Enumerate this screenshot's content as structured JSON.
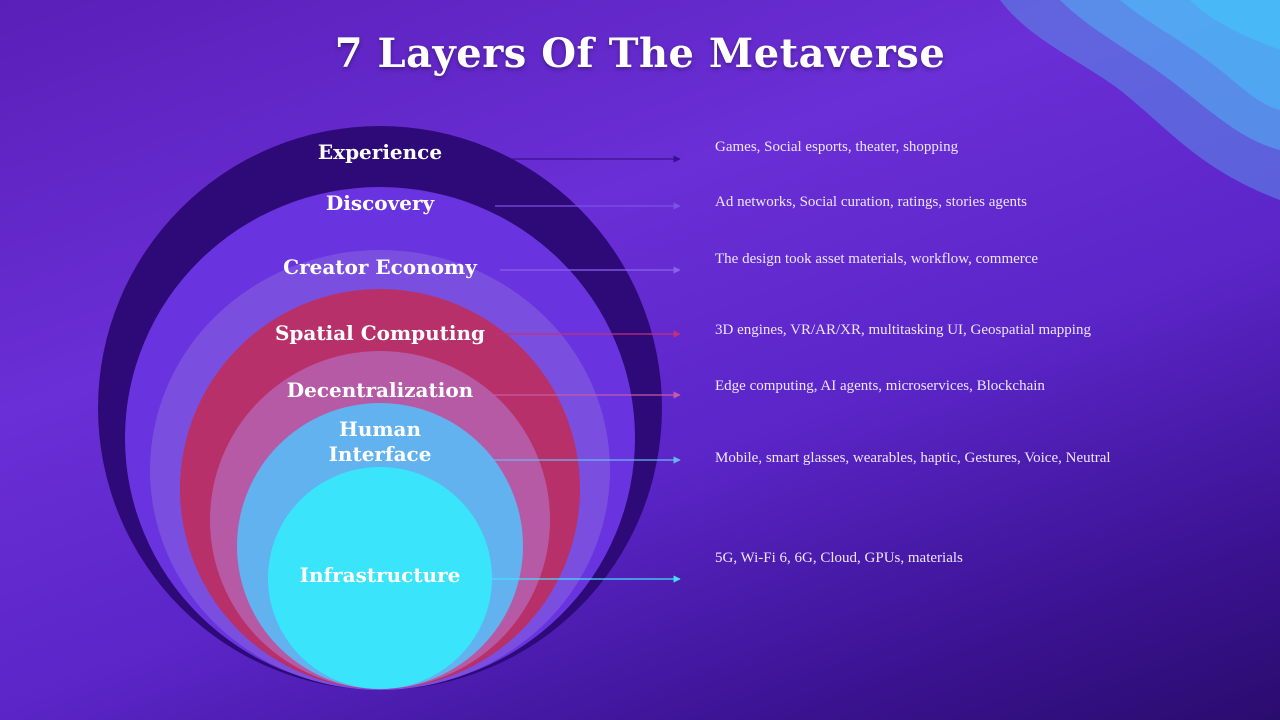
{
  "title": "7 Layers Of The Metaverse",
  "colors": {
    "layer_experience": "#2e0a78",
    "layer_discovery": "#6a33e0",
    "layer_creator_economy": "#7a4fe0",
    "layer_spatial_computing": "#b8306a",
    "layer_decentralization": "#b75aa5",
    "layer_human_interface": "#62b2f0",
    "layer_infrastructure": "#3ae4fb"
  },
  "layers": [
    {
      "name": "Experience",
      "description": "Games, Social esports, theater, shopping",
      "arrow_color": "#3a1090"
    },
    {
      "name": "Discovery",
      "description": "Ad networks, Social curation, ratings, stories agents",
      "arrow_color": "#7b52e8"
    },
    {
      "name": "Creator Economy",
      "description": "The design took asset materials, workflow, commerce",
      "arrow_color": "#8a62ea"
    },
    {
      "name": "Spatial Computing",
      "description": "3D engines, VR/AR/XR, multitasking UI, Geospatial mapping",
      "arrow_color": "#c0307a"
    },
    {
      "name": "Decentralization",
      "description": "Edge computing, AI agents, microservices, Blockchain",
      "arrow_color": "#c45aa8"
    },
    {
      "name_line1": "Human",
      "name_line2": "Interface",
      "description": "Mobile, smart glasses, wearables, haptic, Gestures, Voice, Neutral",
      "arrow_color": "#6ab8f2"
    },
    {
      "name": "Infrastructure",
      "description": "5G, Wi-Fi 6, 6G, Cloud, GPUs, materials",
      "arrow_color": "#46e0fb"
    }
  ]
}
